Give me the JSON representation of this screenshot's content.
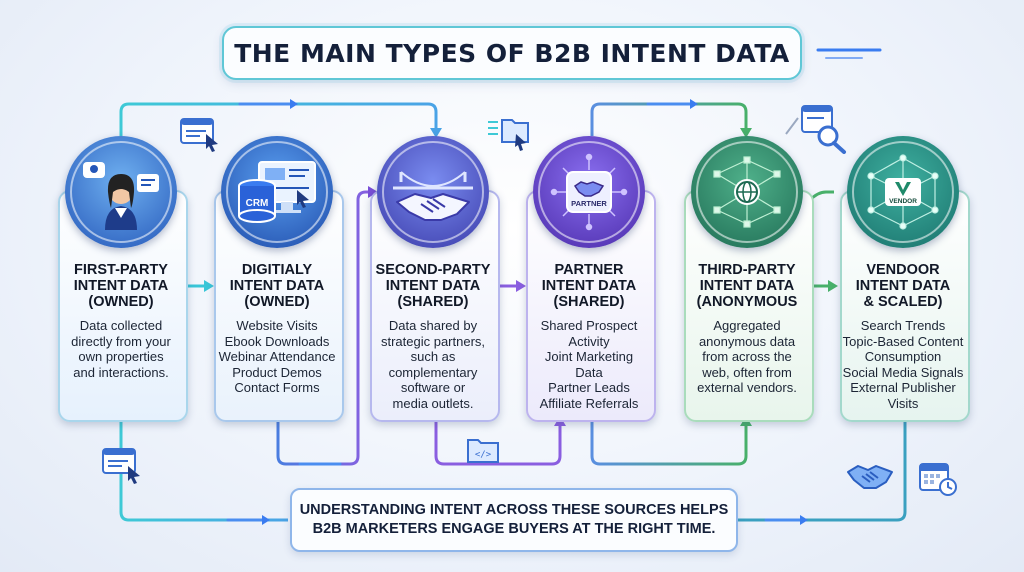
{
  "title": "THE MAIN TYPES OF B2B INTENT DATA",
  "cards": [
    {
      "title_lines": [
        "FIRST-PARTY",
        "INTENT DATA",
        "(OWNED)"
      ],
      "body_lines": [
        "Data collected",
        "directly from your",
        "own properties",
        "and interactions."
      ],
      "icon": "person-avatar-icon",
      "color": "#e6f1fd"
    },
    {
      "title_lines": [
        "DIGITIALY",
        "INTENT DATA",
        "(OWNED)"
      ],
      "body_lines": [
        "Website Visits",
        "Ebook Downloads",
        "Webinar Attendance",
        "Product Demos",
        "Contact Forms"
      ],
      "icon": "crm-monitor-icon",
      "icon_label": "CRM",
      "color": "#e9f2fc"
    },
    {
      "title_lines": [
        "SECOND-PARTY",
        "INTENT DATA",
        "(SHARED)"
      ],
      "body_lines": [
        "Data shared by",
        "strategic partners,",
        "such as",
        "complementary",
        "software or",
        "media outlets."
      ],
      "icon": "handshake-bridge-icon",
      "color": "#ebeefb"
    },
    {
      "title_lines": [
        "PARTNER",
        "INTENT DATA",
        "(SHARED)"
      ],
      "body_lines": [
        "Shared Prospect",
        "Activity",
        "Joint Marketing",
        "Data",
        "Partner Leads",
        "Affiliate Referrals"
      ],
      "icon": "partner-handshake-icon",
      "icon_label": "PARTNER",
      "color": "#eceafb"
    },
    {
      "title_lines": [
        "THIRD-PARTY",
        "INTENT DATA",
        "(ANONYMOUS"
      ],
      "body_lines": [
        "Aggregated",
        "anonymous data",
        "from across the",
        "web, often from",
        "external vendors."
      ],
      "icon": "globe-network-icon",
      "color": "#e8f5ec"
    },
    {
      "title_lines": [
        "VENDOOR",
        "INTENT DATA",
        "& SCALED)"
      ],
      "body_lines": [
        "Search Trends",
        "Topic-Based Content",
        "Consumption",
        "Social Media Signals",
        "External Publisher",
        "Visits"
      ],
      "icon": "vendor-network-icon",
      "icon_label": "VENDOR",
      "color": "#e6f4ef"
    }
  ],
  "bottom_lines": [
    "UNDERSTANDING INTENT ACROSS THESE SOURCES HELPS",
    "B2B MARKETERS ENGAGE BUYERS AT THE RIGHT TIME."
  ],
  "colors": {
    "cyan": "#39c6d8",
    "blue": "#2f6fd6",
    "purple": "#7a4fd8",
    "green": "#3fae62",
    "teal": "#1f9e86",
    "title_border": "#5fc7d6"
  }
}
